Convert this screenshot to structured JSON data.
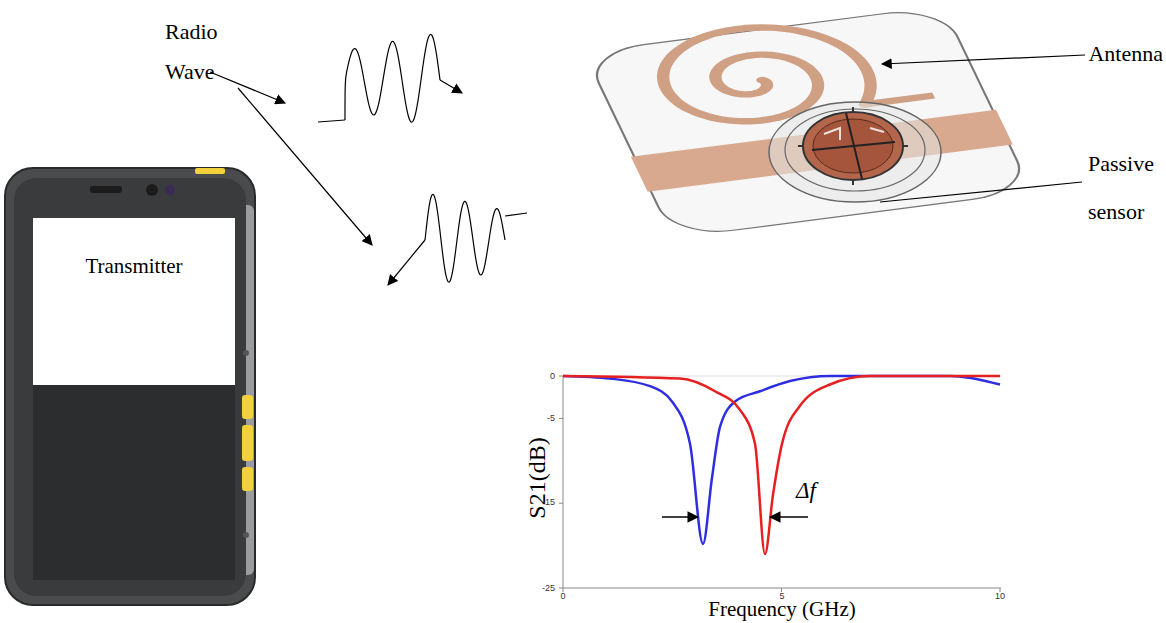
{
  "diagram": {
    "nodes": [
      {
        "text": [
          "Transmitter"
        ]
      }
    ],
    "labels": [
      "Radio Wave",
      "Antenna",
      "Passive sensor",
      "S21(dB)",
      "Frequency (GHz)",
      "0",
      "-5",
      "-15",
      "-25",
      "0",
      "5",
      "10",
      "Δf"
    ]
  }
}
